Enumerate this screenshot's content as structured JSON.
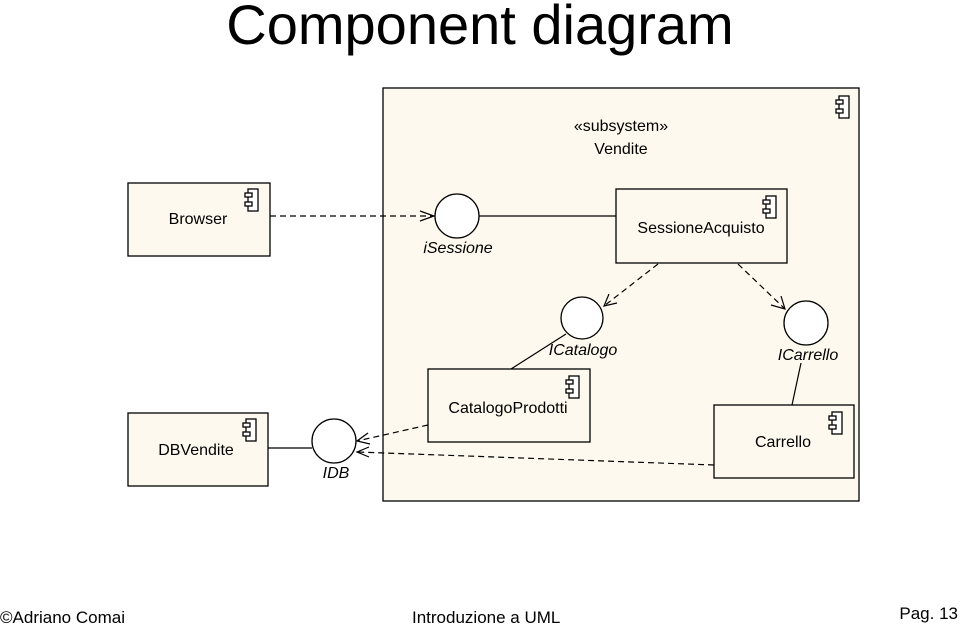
{
  "title": "Component diagram",
  "subsystem": {
    "stereotype": "«subsystem»",
    "name": "Vendite"
  },
  "components": {
    "browser": "Browser",
    "sessione_acquisto": "SessioneAcquisto",
    "catalogo_prodotti": "CatalogoProdotti",
    "carrello": "Carrello",
    "dbvendite": "DBVendite"
  },
  "interfaces": {
    "isessione": "iSessione",
    "icatalogo": "ICatalogo",
    "icarrello": "ICarrello",
    "idb": "IDB"
  },
  "footer": {
    "author": "©Adriano Comai",
    "course": "Introduzione a UML",
    "page": "Pag. 13"
  },
  "colors": {
    "box_fill": "#fdf9ee",
    "stroke": "#000000"
  }
}
